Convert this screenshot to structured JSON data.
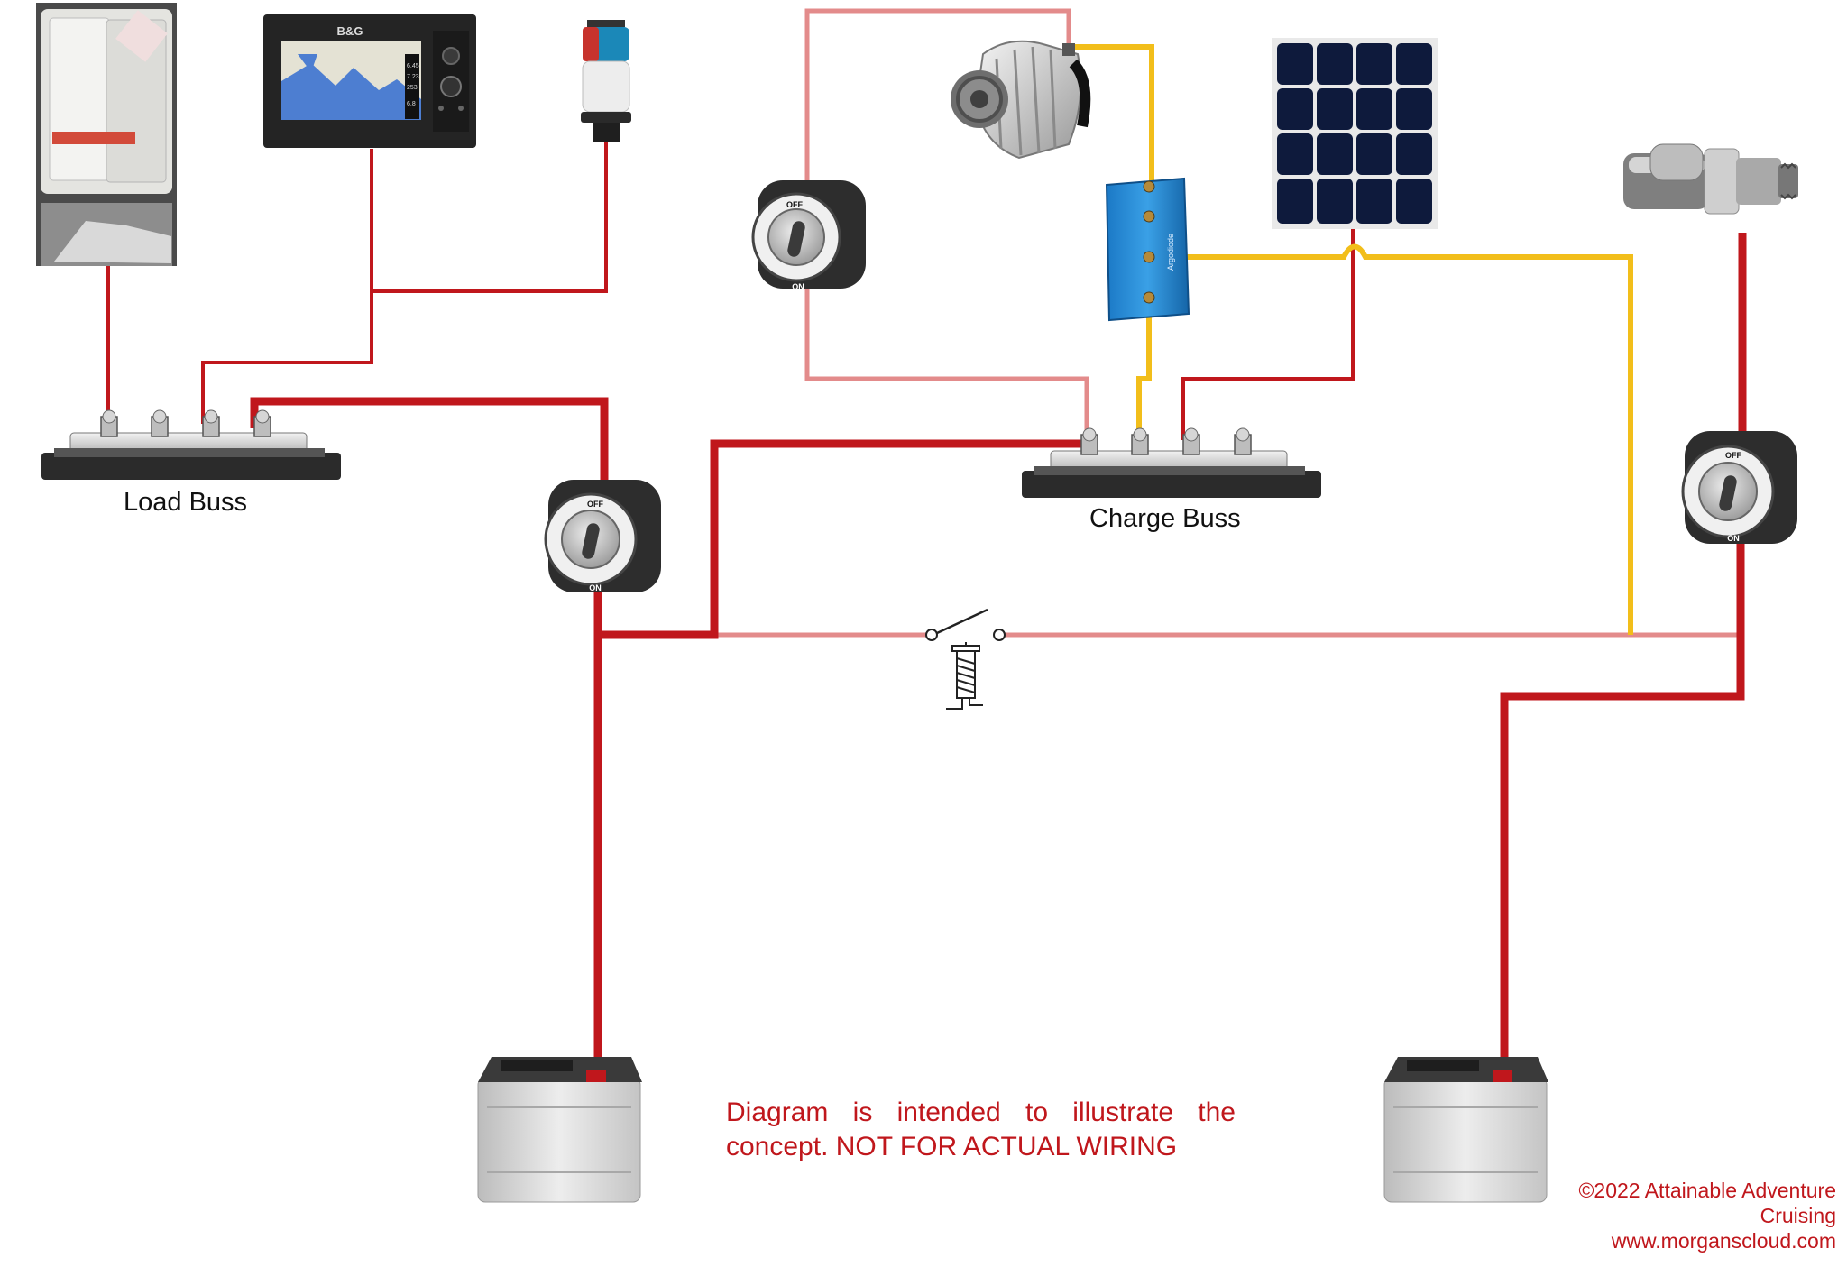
{
  "labels": {
    "load_buss": "Load Buss",
    "charge_buss": "Charge Buss"
  },
  "disclaimer": {
    "line1": "Diagram is intended to illustrate the",
    "line2": "concept. NOT FOR ACTUAL WIRING"
  },
  "copyright": {
    "line1": "©2022 Attainable Adventure",
    "line2": "Cruising",
    "line3": "www.morganscloud.com"
  },
  "display_brand": "B&G",
  "display_readout": [
    "6.45",
    "7.23",
    "253",
    "6.8"
  ],
  "isolator_text": "Argodiode",
  "switch_text": {
    "off": "OFF",
    "on": "ON"
  },
  "components": {
    "breaker_panel": "breaker-panel-photo",
    "chartplotter": "chartplotter-display",
    "nav_light": "masthead-nav-light",
    "alternator": "alternator",
    "solar_panel": "solar-panel",
    "isolator": "battery-isolator",
    "starter_motor": "starter-motor",
    "relay": "relay-coil-switch",
    "house_battery": "house-battery",
    "start_battery": "start-battery"
  },
  "colors": {
    "heavy_cable": "#c0171c",
    "light_cable": "#e38b8b",
    "charge_cable": "#f2be1a",
    "text_warning": "#c0171c"
  }
}
